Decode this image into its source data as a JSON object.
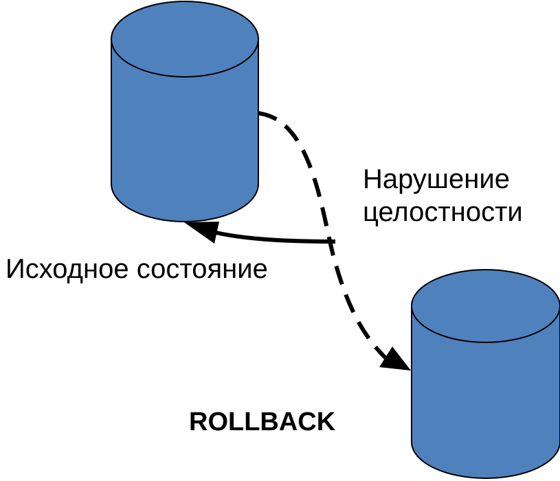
{
  "labels": {
    "integrity_violation_line1": "Нарушение",
    "integrity_violation_line2": "целостности",
    "original_state": "Исходное состояние",
    "rollback": "ROLLBACK"
  },
  "colors": {
    "cylinder_fill": "#4f81bd",
    "cylinder_stroke": "#000000",
    "arrow": "#000000",
    "background": "#ffffff"
  }
}
